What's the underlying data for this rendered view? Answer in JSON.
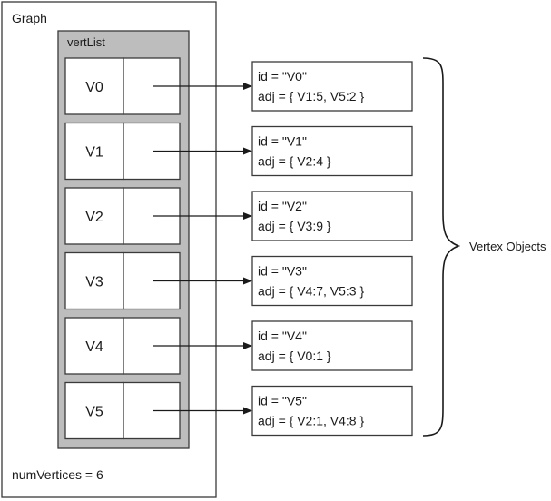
{
  "graph": {
    "label": "Graph",
    "vert_list_label": "vertList",
    "num_vertices_label": "numVertices = 6"
  },
  "vertices": [
    {
      "key": "V0",
      "id_text": "id = \"V0\"",
      "adj_text": "adj = { V1:5, V5:2 }"
    },
    {
      "key": "V1",
      "id_text": "id = \"V1\"",
      "adj_text": "adj = { V2:4 }"
    },
    {
      "key": "V2",
      "id_text": "id = \"V2\"",
      "adj_text": "adj = { V3:9 }"
    },
    {
      "key": "V3",
      "id_text": "id = \"V3\"",
      "adj_text": "adj = { V4:7, V5:3 }"
    },
    {
      "key": "V4",
      "id_text": "id = \"V4\"",
      "adj_text": "adj = { V0:1 }"
    },
    {
      "key": "V5",
      "id_text": "id = \"V5\"",
      "adj_text": "adj = { V2:1, V4:8 }"
    }
  ],
  "brace_label": "Vertex Objects",
  "colors": {
    "outline": "#3a3a3a",
    "vert_list_fill": "#bdbdbd",
    "cell_fill": "#ffffff",
    "text": "#1a1a1a"
  }
}
